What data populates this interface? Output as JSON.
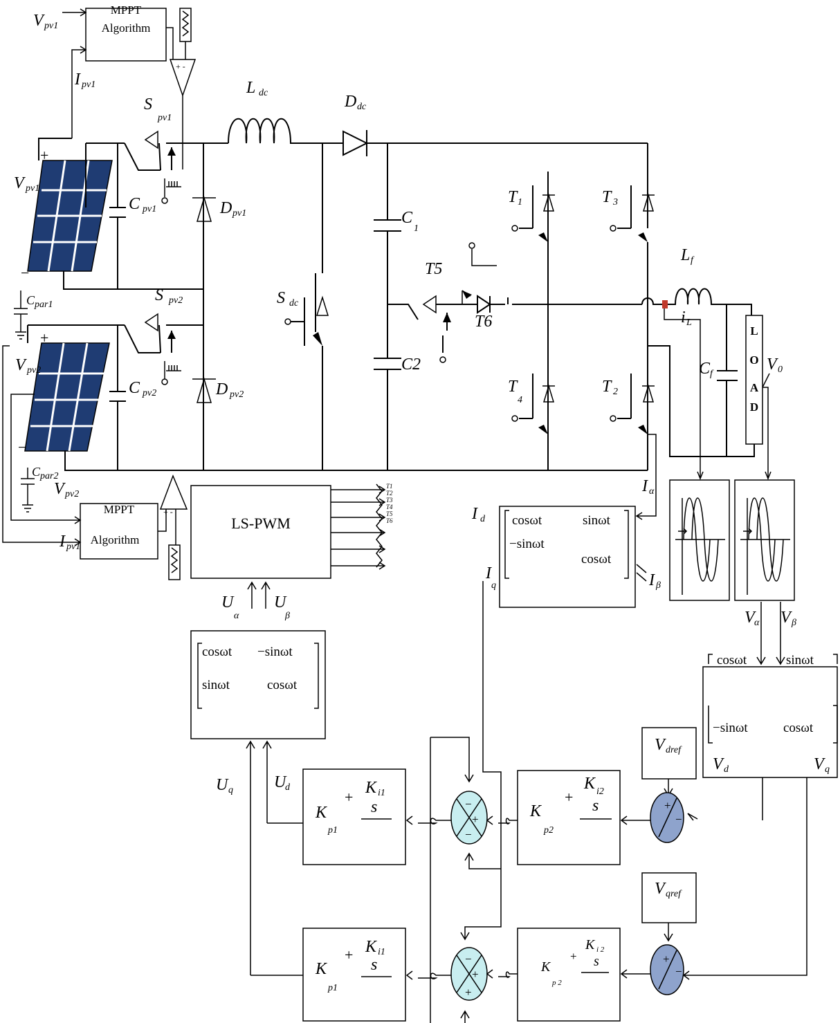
{
  "labels": {
    "vpv1_top": "V",
    "vpv1_top_sub": "pv1",
    "ipv1_top": "I",
    "ipv1_top_sub": "pv1",
    "mppt1_line1": "MPPT",
    "mppt1_line2": "Algorithm",
    "spv1": "S",
    "spv1_sub": "pv1",
    "ldc": "L",
    "ldc_sub": "dc",
    "ddc": "D",
    "ddc_sub": "dc",
    "vpv1_left": "V",
    "vpv1_left_sub": "pv1",
    "cpv1": "C",
    "cpv1_sub": "pv1",
    "dpv1": "D",
    "dpv1_sub": "pv1",
    "c1": "C",
    "c1_sub": "1",
    "t1": "T",
    "t1_sub": "1",
    "t3": "T",
    "t3_sub": "3",
    "t5": "T5",
    "t6": "T6",
    "lf": "L",
    "lf_sub": "f",
    "il": "i",
    "il_sub": "L",
    "sdc": "S",
    "sdc_sub": "dc",
    "spv2": "S",
    "spv2_sub": "pv2",
    "cpar1": "C",
    "cpar1_sub": "par1",
    "vpv2_left": "V",
    "vpv2_left_sub": "pv2",
    "cpv2": "C",
    "cpv2_sub": "pv2",
    "dpv2": "D",
    "dpv2_sub": "pv2",
    "c2": "C2",
    "t4": "T",
    "t4_sub": "4",
    "t2": "T",
    "t2_sub": "2",
    "cf": "C",
    "cf_sub": "f",
    "load": [
      "L",
      "O",
      "A",
      "D"
    ],
    "v0": "V",
    "v0_sub": "0",
    "cpar2": "C",
    "cpar2_sub": "par2",
    "vpv2_bottom": "V",
    "vpv2_bottom_sub": "pv2",
    "mppt2_line1": "MPPT",
    "mppt2_line2": "Algorithm",
    "ipv1_bottom": "I",
    "ipv1_bottom_sub": "pv1",
    "lspwm": "LS-PWM",
    "pwm_outputs": [
      "T1",
      "T2",
      "T3",
      "T4",
      "T5",
      "T6"
    ],
    "ialpha": "I",
    "ialpha_sub": "α",
    "id": "I",
    "id_sub": "d",
    "iq": "I",
    "iq_sub": "q",
    "ibeta": "I",
    "ibeta_sub": "β",
    "valpha": "V",
    "valpha_sub": "α",
    "vbeta": "V",
    "vbeta_sub": "β",
    "ualpha": "U",
    "ualpha_sub": "α",
    "ubeta": "U",
    "ubeta_sub": "β",
    "uq": "U",
    "uq_sub": "q",
    "ud": "U",
    "ud_sub": "d",
    "vdref": "V",
    "vdref_sub": "dref",
    "vqref": "V",
    "vqref_sub": "qref",
    "vd": "V",
    "vd_sub": "d",
    "vq": "V",
    "vq_sub": "q"
  },
  "park_current": {
    "r1c1": "cosωt",
    "r1c2": "sinωt",
    "r2c1": "−sinωt",
    "r2c2": "cosωt"
  },
  "park_voltage": {
    "r1c1": "cosωt",
    "r1c2": "sinωt",
    "r2c1": "−sinωt",
    "r2c2": "cosωt"
  },
  "inv_park": {
    "r1c1": "cosωt",
    "r1c2": "−sinωt",
    "r2c1": "sinωt",
    "r2c2": "cosωt"
  },
  "pi_blocks": [
    {
      "k": "K",
      "ksub": "p1",
      "plus": "+",
      "ki": "K",
      "kisub": "i1",
      "s": "s"
    },
    {
      "k": "K",
      "ksub": "p2",
      "plus": "+",
      "ki": "K",
      "kisub": "i2",
      "s": "s"
    },
    {
      "k": "K",
      "ksub": "p1",
      "plus": "+",
      "ki": "K",
      "kisub": "i1",
      "s": "s"
    },
    {
      "k": "K",
      "ksub": "p 2",
      "plus": "+",
      "ki": "K",
      "kisub": "i 2",
      "s": "s"
    }
  ],
  "sum_signs": {
    "minus": "−",
    "plus": "+"
  },
  "colors": {
    "panel": "#1f3c73",
    "sum_current": "#c8eef0",
    "sum_voltage": "#8ea3cc"
  }
}
